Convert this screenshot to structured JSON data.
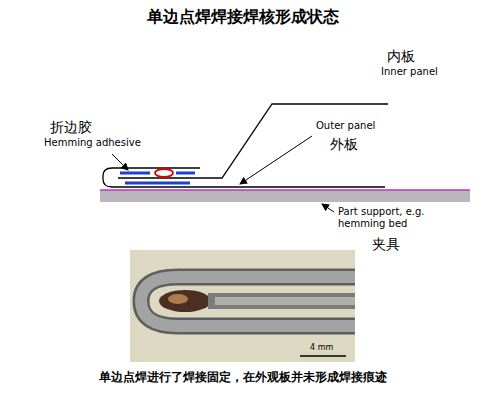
{
  "diagram": {
    "title": "单边点焊焊接焊核形成状态",
    "caption": "单边点焊进行了焊接固定，在外观板并未形成焊接痕迹",
    "labels": [
      "内板",
      "Inner panel",
      "Outer panel",
      "外板",
      "折边胶",
      "Hemming adhesive",
      "Part support, e.g. hemming bed",
      "夹具",
      "4 mm"
    ]
  }
}
